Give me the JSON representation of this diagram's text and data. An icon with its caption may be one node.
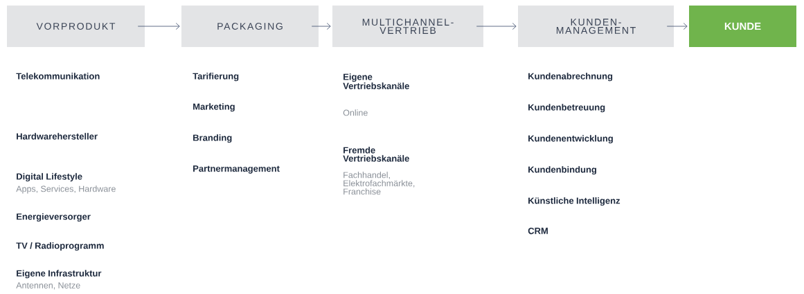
{
  "diagram": {
    "nodes": [
      {
        "text": [
          "VORPRODUKT"
        ]
      },
      {
        "text": [
          "PACKAGING"
        ]
      },
      {
        "text": [
          "MULTICHANNEL- VERTRIEB"
        ]
      },
      {
        "text": [
          "KUNDEN- MANAGEMENT"
        ]
      },
      {
        "text": [
          "KUNDE"
        ]
      }
    ],
    "edges": [
      {
        "from": 0,
        "to": 1,
        "arrow": "to"
      },
      {
        "from": 1,
        "to": 2,
        "arrow": "to"
      },
      {
        "from": 2,
        "to": 3,
        "arrow": "to"
      },
      {
        "from": 3,
        "to": 4,
        "arrow": "to"
      }
    ],
    "labels": [
      "Telekommunikation",
      "Hardwarehersteller",
      "Digital Lifestyle",
      "Apps, Services, Hardware",
      "Energieversorger",
      "TV / Radioprogramm",
      "Eigene Infrastruktur",
      "Antennen, Netze",
      "Tarifierung",
      "Marketing",
      "Branding",
      "Partnermanagement",
      "Eigene Vertriebskanäle",
      "Online",
      "Fremde Vertriebskanäle",
      "Fachhandel, Elektrofachmärkte, Franchise",
      "Kundenabrechnung",
      "Kundenbetreuung",
      "Kundenentwicklung",
      "Kundenbindung",
      "Künstliche Intelligenz",
      "CRM"
    ]
  }
}
